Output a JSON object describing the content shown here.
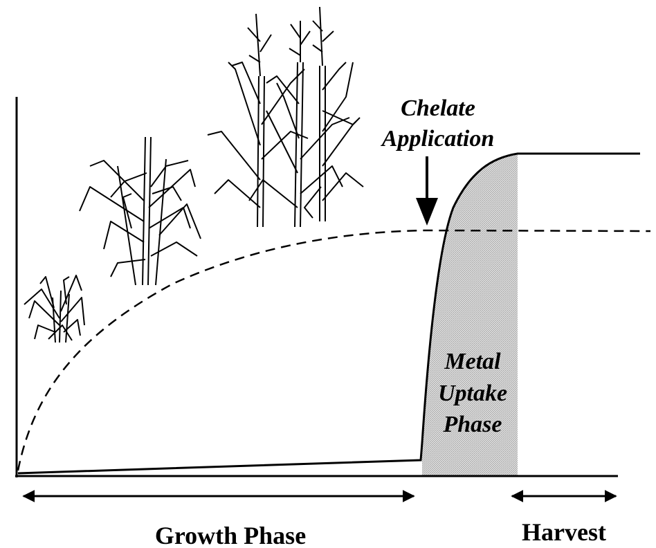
{
  "annotation": {
    "line1": "Chelate",
    "line2": "Application"
  },
  "shaded_region": {
    "line1": "Metal",
    "line2": "Uptake",
    "line3": "Phase"
  },
  "phases": {
    "growth": "Growth Phase",
    "harvest": "Harvest"
  },
  "curves": {
    "biomass": "dashed",
    "metal_uptake": "solid"
  },
  "plants": [
    "small-plant-icon",
    "medium-plant-icon",
    "tall-plant-icon"
  ],
  "colors": {
    "ink": "#000000",
    "shade": "#c8c8c8",
    "background": "#ffffff"
  }
}
